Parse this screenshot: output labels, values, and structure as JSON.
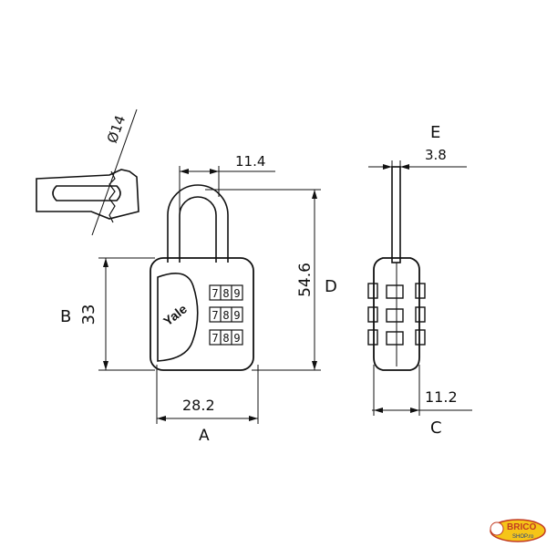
{
  "diagram": {
    "dimensions": {
      "shackle_top_width": "11.4",
      "total_height": "54.6",
      "body_height": "33",
      "body_width": "28.2",
      "side_shackle_width": "3.8",
      "side_body_depth": "11.2",
      "diameter": "Ø14"
    },
    "letters": {
      "a": "A",
      "b": "B",
      "c": "C",
      "d": "D",
      "e": "E"
    },
    "lock": {
      "brand": "Yale",
      "digits": [
        "7",
        "8",
        "9"
      ]
    },
    "watermark": {
      "line1": "BRICO",
      "line2": "SHOP.ro"
    }
  }
}
